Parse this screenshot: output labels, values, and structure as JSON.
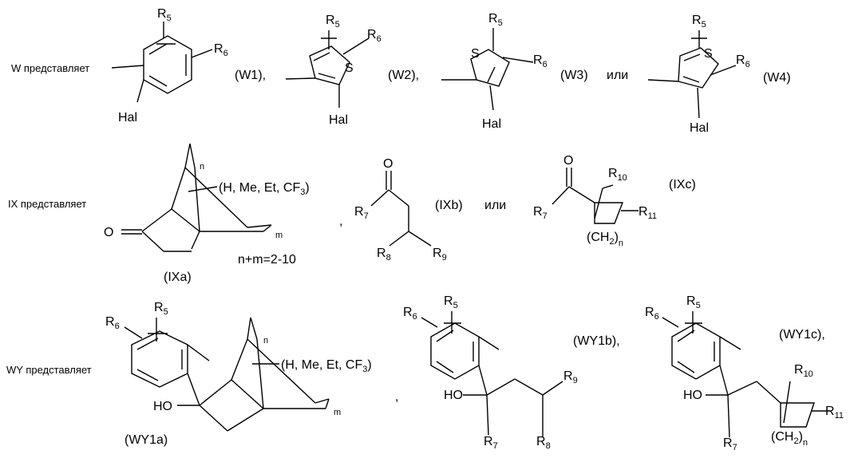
{
  "row1": {
    "intro": "W представляет",
    "hal": "Hal",
    "s": "S",
    "r5": "R",
    "r5sub": "5",
    "r6": "R",
    "r6sub": "6",
    "w1": "(W1),",
    "w2": "(W2),",
    "w3": "(W3)",
    "or": "или",
    "w4": "(W4)"
  },
  "row2": {
    "intro": "IX представляет",
    "subst_pre": "(H, Me, Et, CF",
    "subst_sub": "3",
    "subst_post": ")",
    "n": "n",
    "m": "m",
    "o": "O",
    "nm": "n+m=2-10",
    "ixa": "(IXa)",
    "comma": ",",
    "r7": "R",
    "r7sub": "7",
    "r8": "R",
    "r8sub": "8",
    "r9": "R",
    "r9sub": "9",
    "r10": "R",
    "r10sub": "10",
    "r11": "R",
    "r11sub": "11",
    "ixb": "(IXb)",
    "or": "или",
    "ixc": "(IXc)",
    "ch2_pre": "(CH",
    "ch2_sub": "2",
    "ch2_post": ")",
    "ch2_n": "n"
  },
  "row3": {
    "intro": "WY представляет",
    "ho": "HO",
    "wy1a": "(WY1a)",
    "wy1b": "(WY1b),",
    "wy1c": "(WY1c),",
    "comma": ","
  }
}
